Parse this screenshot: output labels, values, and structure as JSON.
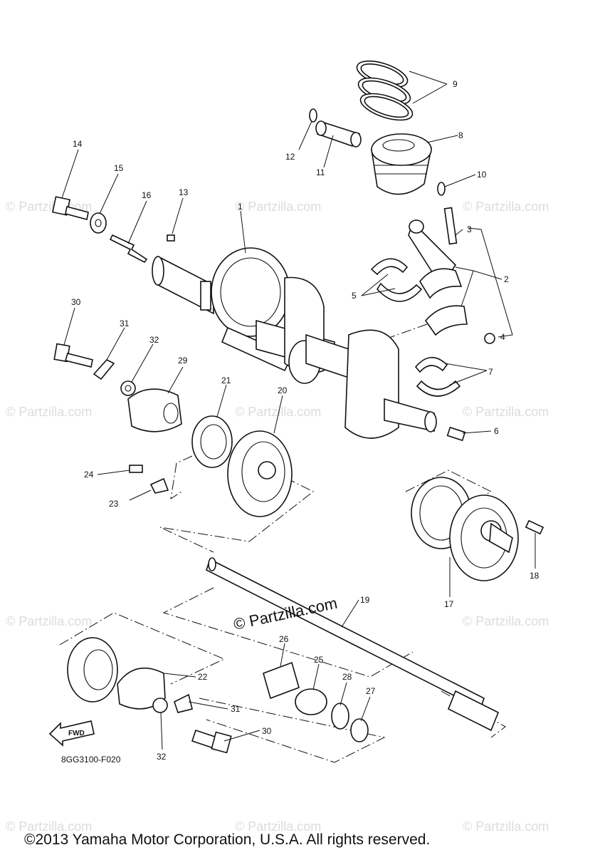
{
  "diagram": {
    "part_code": "8GG3100-F020",
    "fwd_label": "FWD",
    "copyright": "©2013 Yamaha Motor Corporation, U.S.A. All rights reserved.",
    "watermark_main": "© Partzilla.com",
    "watermark_faint": "© Partzilla.com",
    "callouts": [
      "1",
      "2",
      "3",
      "4",
      "5",
      "6",
      "7",
      "8",
      "9",
      "10",
      "11",
      "12",
      "13",
      "14",
      "15",
      "16",
      "17",
      "18",
      "19",
      "20",
      "21",
      "22",
      "23",
      "24",
      "25",
      "26",
      "27",
      "28",
      "29",
      "30",
      "31",
      "32"
    ],
    "callouts_repeat": [
      "30",
      "31",
      "32"
    ]
  }
}
